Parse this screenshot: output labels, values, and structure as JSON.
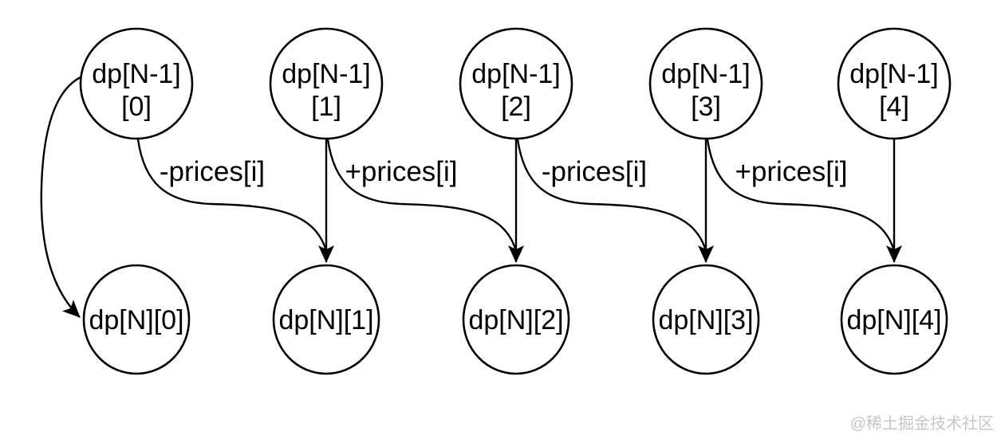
{
  "page": {
    "background_color": "#ffffff"
  },
  "diagram": {
    "type": "dp-state-transition-diagram",
    "stroke_color": "#000000",
    "top_row": [
      {
        "line1": "dp[N-1]",
        "line2": "[0]"
      },
      {
        "line1": "dp[N-1]",
        "line2": "[1]"
      },
      {
        "line1": "dp[N-1]",
        "line2": "[2]"
      },
      {
        "line1": "dp[N-1]",
        "line2": "[3]"
      },
      {
        "line1": "dp[N-1]",
        "line2": "[4]"
      }
    ],
    "bottom_row": [
      {
        "label": "dp[N][0]"
      },
      {
        "label": "dp[N][1]"
      },
      {
        "label": "dp[N][2]"
      },
      {
        "label": "dp[N][3]"
      },
      {
        "label": "dp[N][4]"
      }
    ],
    "edges": {
      "labels": [
        {
          "text": "-prices[i]"
        },
        {
          "text": "+prices[i]"
        },
        {
          "text": "-prices[i]"
        },
        {
          "text": "+prices[i]"
        }
      ]
    }
  },
  "watermark": {
    "text": "@稀土掘金技术社区",
    "color": "#c6c6c6"
  }
}
